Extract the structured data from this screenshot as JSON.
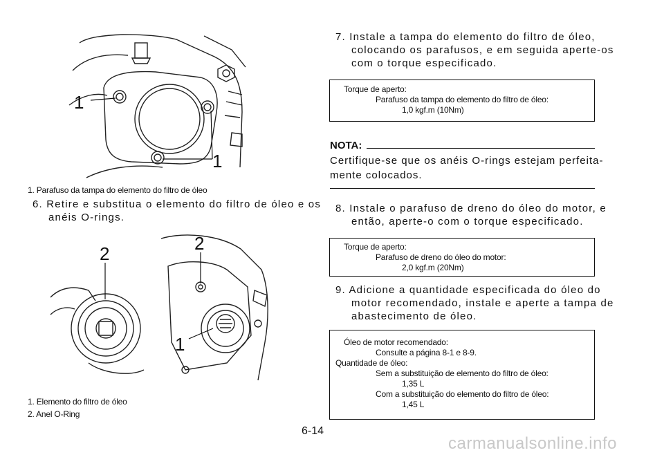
{
  "figure1": {
    "callouts": [
      "1",
      "1"
    ],
    "caption": "1.   Parafuso da tampa do elemento do filtro de óleo"
  },
  "step6": {
    "lines": [
      "6.  Retire e substitua o elemento do filtro de óleo e os",
      "anéis O-rings."
    ]
  },
  "figure2": {
    "callouts": [
      "2",
      "2",
      "1"
    ],
    "captions": [
      "1.   Elemento do filtro de óleo",
      "2.   Anel O-Ring"
    ]
  },
  "step7": {
    "lines": [
      "7.  Instale a tampa do elemento do filtro de óleo,",
      "colocando os parafusos, e em seguida aperte-os",
      "com o torque especificado."
    ]
  },
  "torque1": {
    "label": "Torque de aperto:",
    "item": "Parafuso da tampa do elemento do filtro de óleo:",
    "value": "1,0 kgf.m (10Nm)"
  },
  "nota": {
    "label": "NOTA:",
    "lines": [
      "Certifique-se que os anéis O-rings estejam perfeita-",
      "mente colocados."
    ]
  },
  "step8": {
    "lines": [
      "8.  Instale o parafuso de dreno do óleo do motor, e",
      "então, aperte-o com o torque especificado."
    ]
  },
  "torque2": {
    "label": "Torque de aperto:",
    "item": "Parafuso de dreno do óleo do motor:",
    "value": "2,0 kgf.m (20Nm)"
  },
  "step9": {
    "lines": [
      "9.  Adicione a quantidade especificada do óleo do",
      "motor recomendado, instale e aperte a tampa de",
      "abastecimento de óleo."
    ]
  },
  "oilbox": {
    "l1": "Óleo de motor recomendado:",
    "l2": "Consulte a página 8-1 e 8-9.",
    "l3": "Quantidade de óleo:",
    "l4": "Sem a substituição de elemento do filtro de óleo:",
    "l5": "1,35 L",
    "l6": "Com a substituição do elemento do filtro de óleo:",
    "l7": "1,45 L"
  },
  "page_number": "6-14",
  "watermark": "carmanualsonline.info"
}
